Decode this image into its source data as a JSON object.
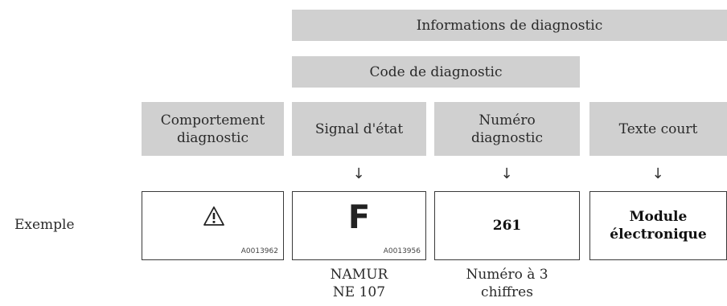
{
  "header": {
    "info_label": "Informations de diagnostic",
    "code_label": "Code de diagnostic"
  },
  "columns": {
    "behaviour": [
      "Comportement",
      "diagnostic"
    ],
    "status_signal": "Signal d'état",
    "diag_number": [
      "Numéro",
      "diagnostic"
    ],
    "short_text": "Texte court"
  },
  "arrow_symbol": "↓",
  "example": {
    "label": "Exemple",
    "warning_code": "A0013962",
    "status_letter": "F",
    "status_code": "A0013956",
    "number": "261",
    "short_text": [
      "Module",
      "électronique"
    ]
  },
  "captions": {
    "namur": [
      "NAMUR",
      "NE 107"
    ],
    "number_format": [
      "Numéro à 3",
      "chiffres"
    ]
  },
  "colors": {
    "header_grey": "#d0d0d0",
    "border": "#3a3a3a"
  },
  "icons": [
    "warning-triangle-icon"
  ]
}
